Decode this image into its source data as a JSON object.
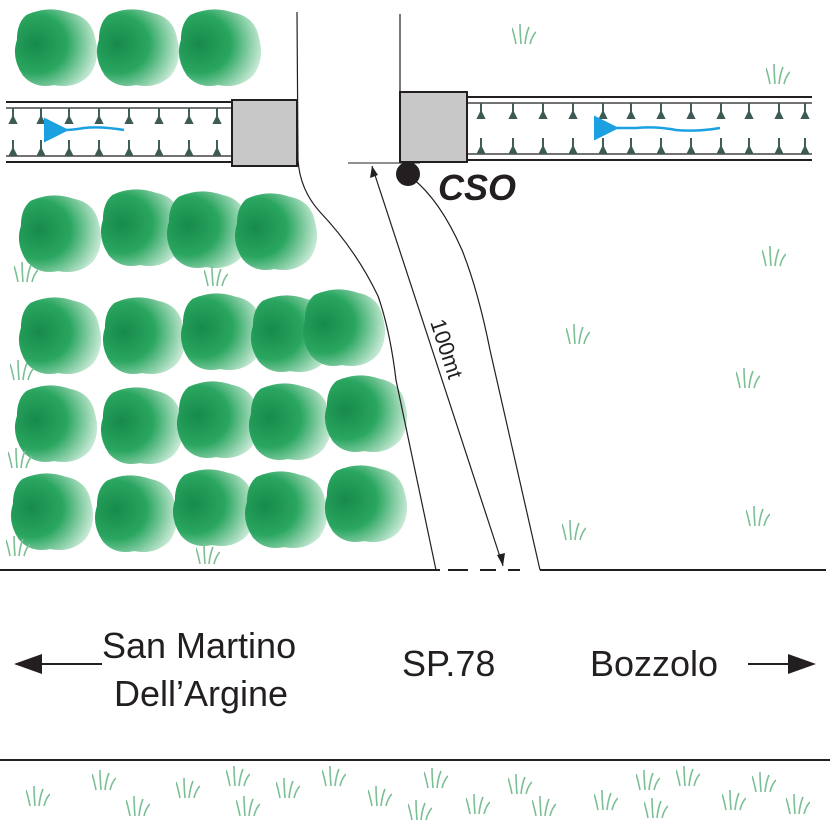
{
  "labels": {
    "cso": "CSO",
    "distance": "100mt",
    "road": "SP.78",
    "west_line1": "San Martino",
    "west_line2": "Dell’Argine",
    "east": "Bozzolo"
  },
  "colors": {
    "tree_dark": "#1f9d55",
    "tree_light": "#e9f7ee",
    "flow_arrow": "#1ba1e2",
    "channel_marks": "#3d5a55",
    "outfall_box": "#c8c8c8",
    "ink": "#231f20",
    "grass": "#7bbf94"
  },
  "icons": {
    "tree": "tree-icon",
    "grass": "grass-tuft-icon",
    "flow": "flow-direction-arrow-icon",
    "node": "cso-node-icon"
  }
}
